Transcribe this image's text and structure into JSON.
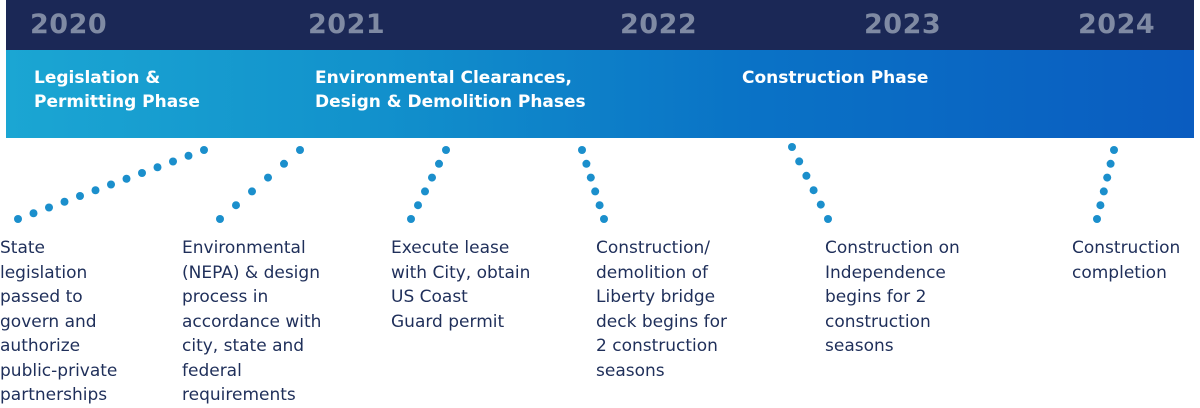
{
  "years": [
    "2020",
    "2021",
    "2022",
    "2023",
    "2024"
  ],
  "phases": [
    "Legislation &\nPermitting Phase",
    "Environmental Clearances,\nDesign & Demolition Phases",
    "Construction Phase"
  ],
  "milestones": [
    "State\nlegislation\npassed to\ngovern and\nauthorize\npublic-private\npartnerships",
    "Environmental\n(NEPA) & design\nprocess in\naccordance with\ncity, state and\nfederal\nrequirements",
    "Execute lease\nwith City, obtain\nUS Coast\nGuard permit",
    "Construction/\ndemolition of\nLiberty bridge\ndeck begins for\n2 construction\nseasons",
    "Construction on\nIndependence\nbegins for 2\nconstruction\nseasons",
    "Construction\ncompletion"
  ],
  "colors": {
    "year_band": "#1b2856",
    "year_text": "#7f8aa3",
    "phase_start": "#1ba6d3",
    "phase_end": "#0a5cc0",
    "milestone_text": "#1f2f5a",
    "dot": "#1b8fcc"
  }
}
